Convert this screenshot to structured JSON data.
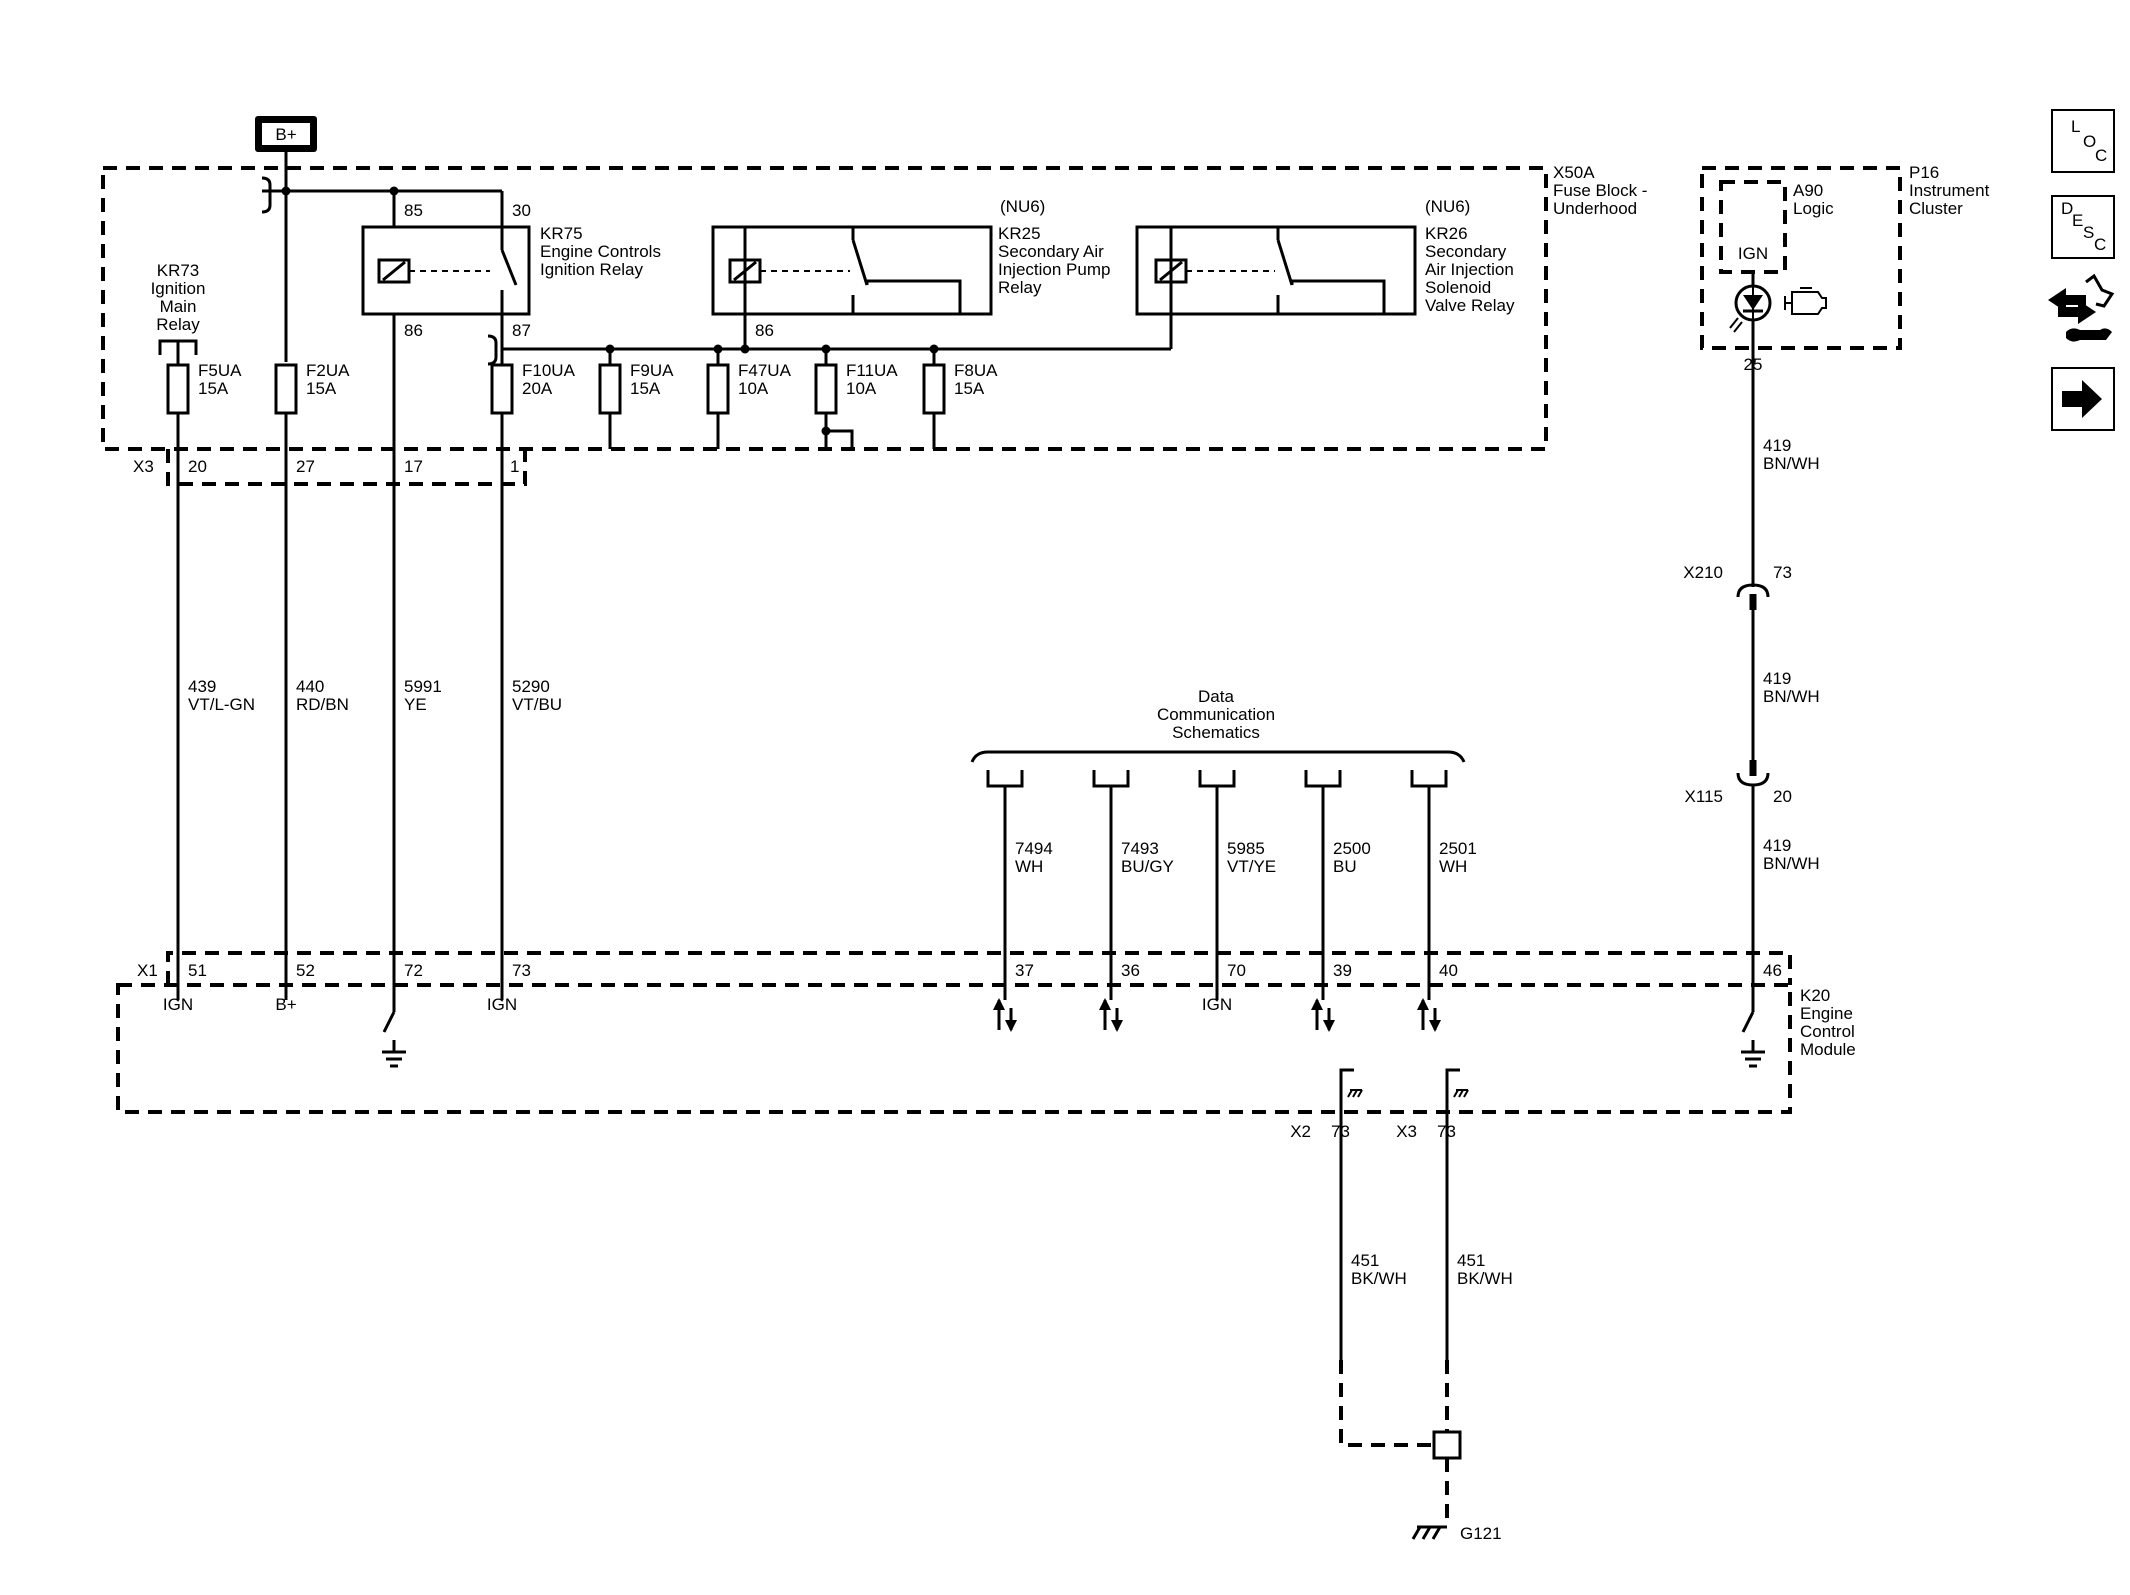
{
  "supply": {
    "label": "B+"
  },
  "fuse_block": {
    "id": "X50A",
    "name_line1": "Fuse Block -",
    "name_line2": "Underhood",
    "connector": "X3"
  },
  "relays": {
    "kr73": {
      "id": "KR73",
      "line1": "Ignition",
      "line2": "Main",
      "line3": "Relay"
    },
    "kr75": {
      "id": "KR75",
      "line1": "Engine Controls",
      "line2": "Ignition Relay",
      "pin85": "85",
      "pin30": "30",
      "pin86": "86",
      "pin87": "87"
    },
    "kr25": {
      "option": "(NU6)",
      "id": "KR25",
      "line1": "Secondary Air",
      "line2": "Injection Pump",
      "line3": "Relay",
      "pin86": "86"
    },
    "kr26": {
      "option": "(NU6)",
      "id": "KR26",
      "line1": "Secondary",
      "line2": "Air Injection",
      "line3": "Solenoid",
      "line4": "Valve Relay"
    }
  },
  "fuses": [
    {
      "id": "F5UA",
      "rating": "15A"
    },
    {
      "id": "F2UA",
      "rating": "15A"
    },
    {
      "id": "F10UA",
      "rating": "20A"
    },
    {
      "id": "F9UA",
      "rating": "15A"
    },
    {
      "id": "F47UA",
      "rating": "10A"
    },
    {
      "id": "F11UA",
      "rating": "10A"
    },
    {
      "id": "F8UA",
      "rating": "15A"
    }
  ],
  "x3_pins": [
    "20",
    "27",
    "17",
    "1"
  ],
  "wires": {
    "w439": {
      "num": "439",
      "color": "VT/L-GN"
    },
    "w440": {
      "num": "440",
      "color": "RD/BN"
    },
    "w5991": {
      "num": "5991",
      "color": "YE"
    },
    "w5290": {
      "num": "5290",
      "color": "VT/BU"
    },
    "w7494": {
      "num": "7494",
      "color": "WH"
    },
    "w7493": {
      "num": "7493",
      "color": "BU/GY"
    },
    "w5985": {
      "num": "5985",
      "color": "VT/YE"
    },
    "w2500": {
      "num": "2500",
      "color": "BU"
    },
    "w2501": {
      "num": "2501",
      "color": "WH"
    },
    "w419": {
      "num": "419",
      "color": "BN/WH"
    },
    "w451": {
      "num": "451",
      "color": "BK/WH"
    }
  },
  "data_comm": {
    "line1": "Data",
    "line2": "Communication",
    "line3": "Schematics"
  },
  "cluster": {
    "id": "P16",
    "line1": "Instrument",
    "line2": "Cluster",
    "logic_id": "A90",
    "logic_label": "Logic",
    "ign": "IGN",
    "pin": "25"
  },
  "inline_connectors": {
    "x210": {
      "id": "X210",
      "pin": "73"
    },
    "x115": {
      "id": "X115",
      "pin": "20"
    }
  },
  "ecm": {
    "id": "K20",
    "line1": "Engine",
    "line2": "Control",
    "line3": "Module",
    "connector": "X1",
    "pins": [
      "51",
      "52",
      "72",
      "73",
      "37",
      "36",
      "70",
      "39",
      "40",
      "46"
    ],
    "labels": {
      "p51": "IGN",
      "p52": "B+",
      "p73": "IGN",
      "p70": "IGN"
    },
    "ground_connectors": [
      {
        "id": "X2",
        "pin": "73"
      },
      {
        "id": "X3",
        "pin": "73"
      }
    ]
  },
  "ground": {
    "id": "G121"
  },
  "nav": {
    "loc": [
      "L",
      "O",
      "C"
    ],
    "desc": [
      "D",
      "E",
      "S",
      "C"
    ]
  }
}
